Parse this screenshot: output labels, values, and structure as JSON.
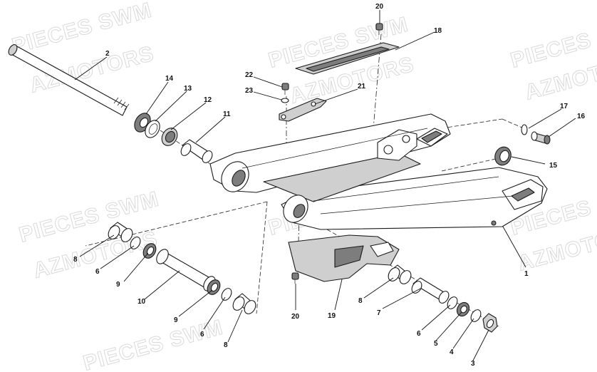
{
  "watermark": {
    "line1": "PIECES SWM",
    "line2": "AZMOTORS"
  },
  "callouts": {
    "c1": "1",
    "c2": "2",
    "c3": "3",
    "c4": "4",
    "c5": "5",
    "c6a": "6",
    "c6b": "6",
    "c6c": "6",
    "c7": "7",
    "c8a": "8",
    "c8b": "8",
    "c8c": "8",
    "c9a": "9",
    "c9b": "9",
    "c10": "10",
    "c11": "11",
    "c12": "12",
    "c13": "13",
    "c14": "14",
    "c15": "15",
    "c16": "16",
    "c17": "17",
    "c18": "18",
    "c19": "19",
    "c20a": "20",
    "c20b": "20",
    "c21": "21",
    "c22": "22",
    "c23": "23"
  }
}
